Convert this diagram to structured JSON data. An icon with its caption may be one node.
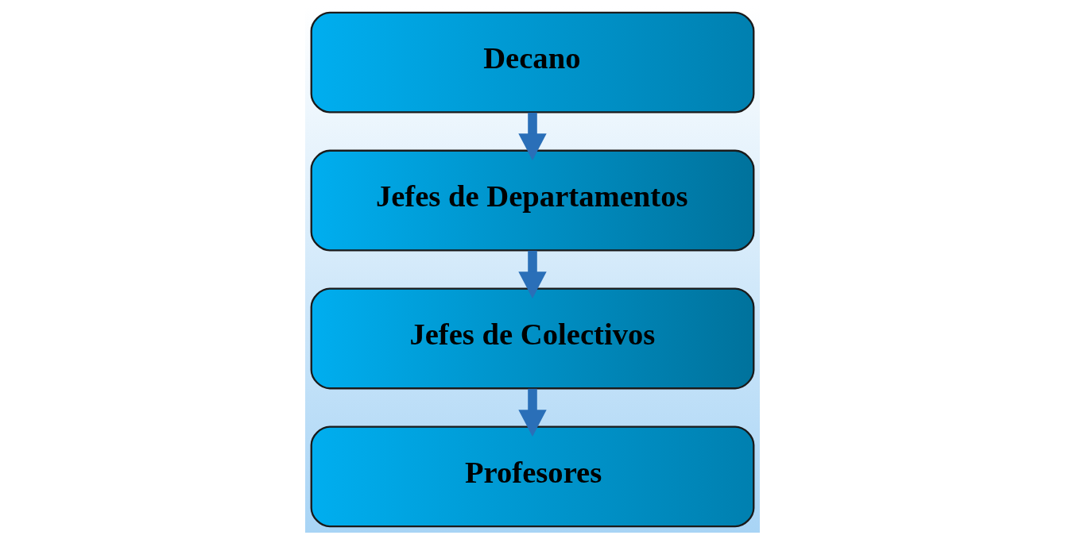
{
  "diagram": {
    "nodes": [
      {
        "text": [
          "Decano"
        ]
      },
      {
        "text": [
          "Jefes de Departamentos"
        ]
      },
      {
        "text": [
          "Jefes de Colectivos"
        ]
      },
      {
        "text": [
          "Profesores"
        ]
      }
    ],
    "edges": [
      {
        "from": 0,
        "to": 1,
        "arrow": "to"
      },
      {
        "from": 1,
        "to": 2,
        "arrow": "to"
      },
      {
        "from": 2,
        "to": 3,
        "arrow": "to"
      }
    ]
  }
}
